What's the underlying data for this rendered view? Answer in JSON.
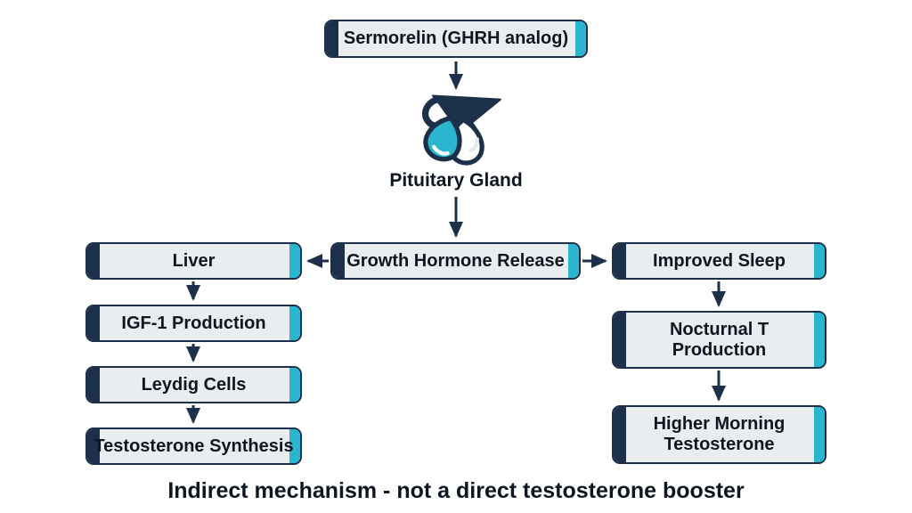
{
  "diagram": {
    "caption": "Indirect mechanism - not a direct testosterone booster",
    "nodes": {
      "sermorelin": {
        "label": "Sermorelin (GHRH analog)"
      },
      "pituitary": {
        "label": "Pituitary Gland"
      },
      "growth_hormone_release": {
        "label": "Growth Hormone Release"
      },
      "liver": {
        "label": "Liver"
      },
      "igf1_production": {
        "label": "IGF-1 Production"
      },
      "leydig_cells": {
        "label": "Leydig Cells"
      },
      "testosterone_synthesis": {
        "label": "Testosterone Synthesis"
      },
      "improved_sleep": {
        "label": "Improved Sleep"
      },
      "nocturnal_t_production": {
        "label": "Nocturnal T Production"
      },
      "higher_morning_testosterone": {
        "label": "Higher Morning Testosterone"
      }
    },
    "edges": [
      {
        "from": "sermorelin",
        "to": "pituitary"
      },
      {
        "from": "pituitary",
        "to": "growth_hormone_release"
      },
      {
        "from": "growth_hormone_release",
        "to": "liver"
      },
      {
        "from": "growth_hormone_release",
        "to": "improved_sleep"
      },
      {
        "from": "liver",
        "to": "igf1_production"
      },
      {
        "from": "igf1_production",
        "to": "leydig_cells"
      },
      {
        "from": "leydig_cells",
        "to": "testosterone_synthesis"
      },
      {
        "from": "improved_sleep",
        "to": "nocturnal_t_production"
      },
      {
        "from": "nocturnal_t_production",
        "to": "higher_morning_testosterone"
      }
    ],
    "icons": {
      "pituitary_icon": "pituitary-gland-icon"
    },
    "colors": {
      "navy": "#1d3049",
      "teal": "#29b6ce",
      "box_fill": "#e9edef",
      "text": "#0e1621",
      "background": "#ffffff"
    }
  }
}
